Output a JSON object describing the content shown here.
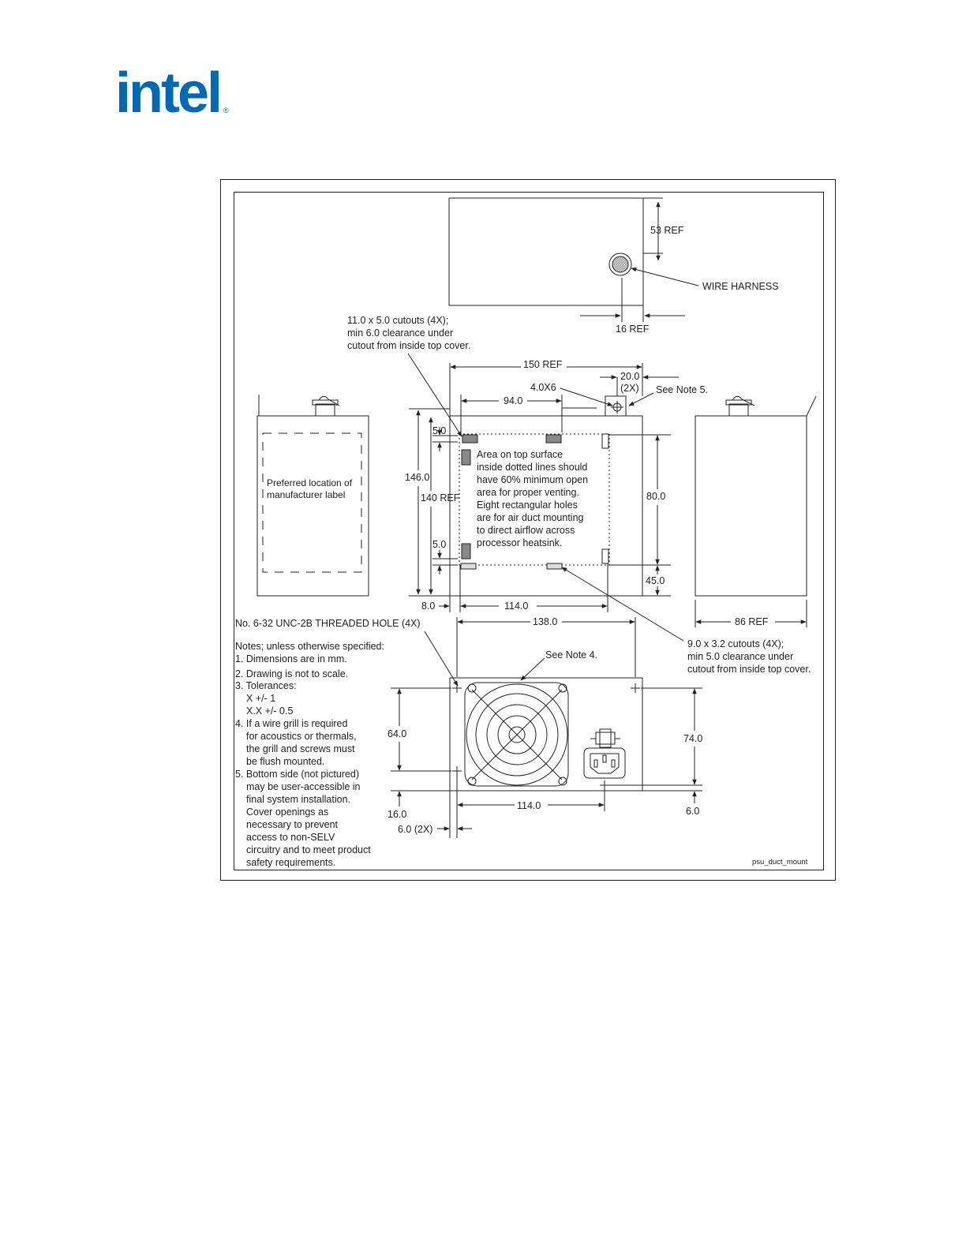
{
  "brand": {
    "logo_text": "intel",
    "registered_mark": "®",
    "color": "#0068b5"
  },
  "diagram": {
    "top_view": {
      "dim_53_ref": "53 REF",
      "wire_harness": "WIRE HARNESS",
      "dim_16_ref": "16 REF"
    },
    "callouts": {
      "cutouts_top": [
        "11.0 x 5.0 cutouts (4X);",
        "min 6.0 clearance under",
        "cutout from inside top cover."
      ],
      "cutouts_bottom": [
        "9.0 x 3.2 cutouts (4X);",
        "min 5.0 clearance under",
        "cutout from inside top cover."
      ],
      "threaded_hole": "No. 6-32 UNC-2B THREADED HOLE (4X)",
      "see_note_5": "See Note 5.",
      "see_note_4": "See Note 4.",
      "hole_4x6": "4.0X6",
      "drawing_id": "psu_duct_mount"
    },
    "side_left": {
      "label_lines": [
        "Preferred location of",
        "manufacturer label"
      ]
    },
    "plan_view": {
      "dim_150_ref": "150 REF",
      "dim_20": "20.0",
      "dim_20_count": "(2X)",
      "dim_94": "94.0",
      "dim_5_top": "5.0",
      "dim_5_bottom": "5.0",
      "dim_146": "146.0",
      "dim_140_ref": "140 REF",
      "dim_80": "80.0",
      "dim_45": "45.0",
      "dim_8": "8.0",
      "dim_114": "114.0",
      "venting_note": [
        "Area on top surface",
        "inside dotted lines should",
        "have 60% minimum open",
        "area for proper venting.",
        "Eight rectangular holes",
        "are for air duct mounting",
        "to direct airflow across",
        "processor heatsink."
      ]
    },
    "side_right": {
      "dim_86_ref": "86 REF"
    },
    "front_view": {
      "dim_138": "138.0",
      "dim_64": "64.0",
      "dim_74": "74.0",
      "dim_16": "16.0",
      "dim_6_2x": "6.0 (2X)",
      "dim_114": "114.0",
      "dim_6": "6.0"
    },
    "notes": {
      "heading": "Notes; unless otherwise specified:",
      "lines": [
        "1. Dimensions are in mm.",
        "2. Drawing is not to scale.",
        "3. Tolerances:",
        "X +/- 1",
        "X.X +/- 0.5",
        "4. If a wire grill is required",
        "for acoustics or thermals,",
        "the grill and screws must",
        "be flush mounted.",
        "5. Bottom side (not pictured)",
        "may be user-accessible in",
        "final system installation.",
        "Cover openings as",
        "necessary to prevent",
        "access to non-SELV",
        "circuitry and to meet product",
        "safety requirements."
      ]
    }
  }
}
